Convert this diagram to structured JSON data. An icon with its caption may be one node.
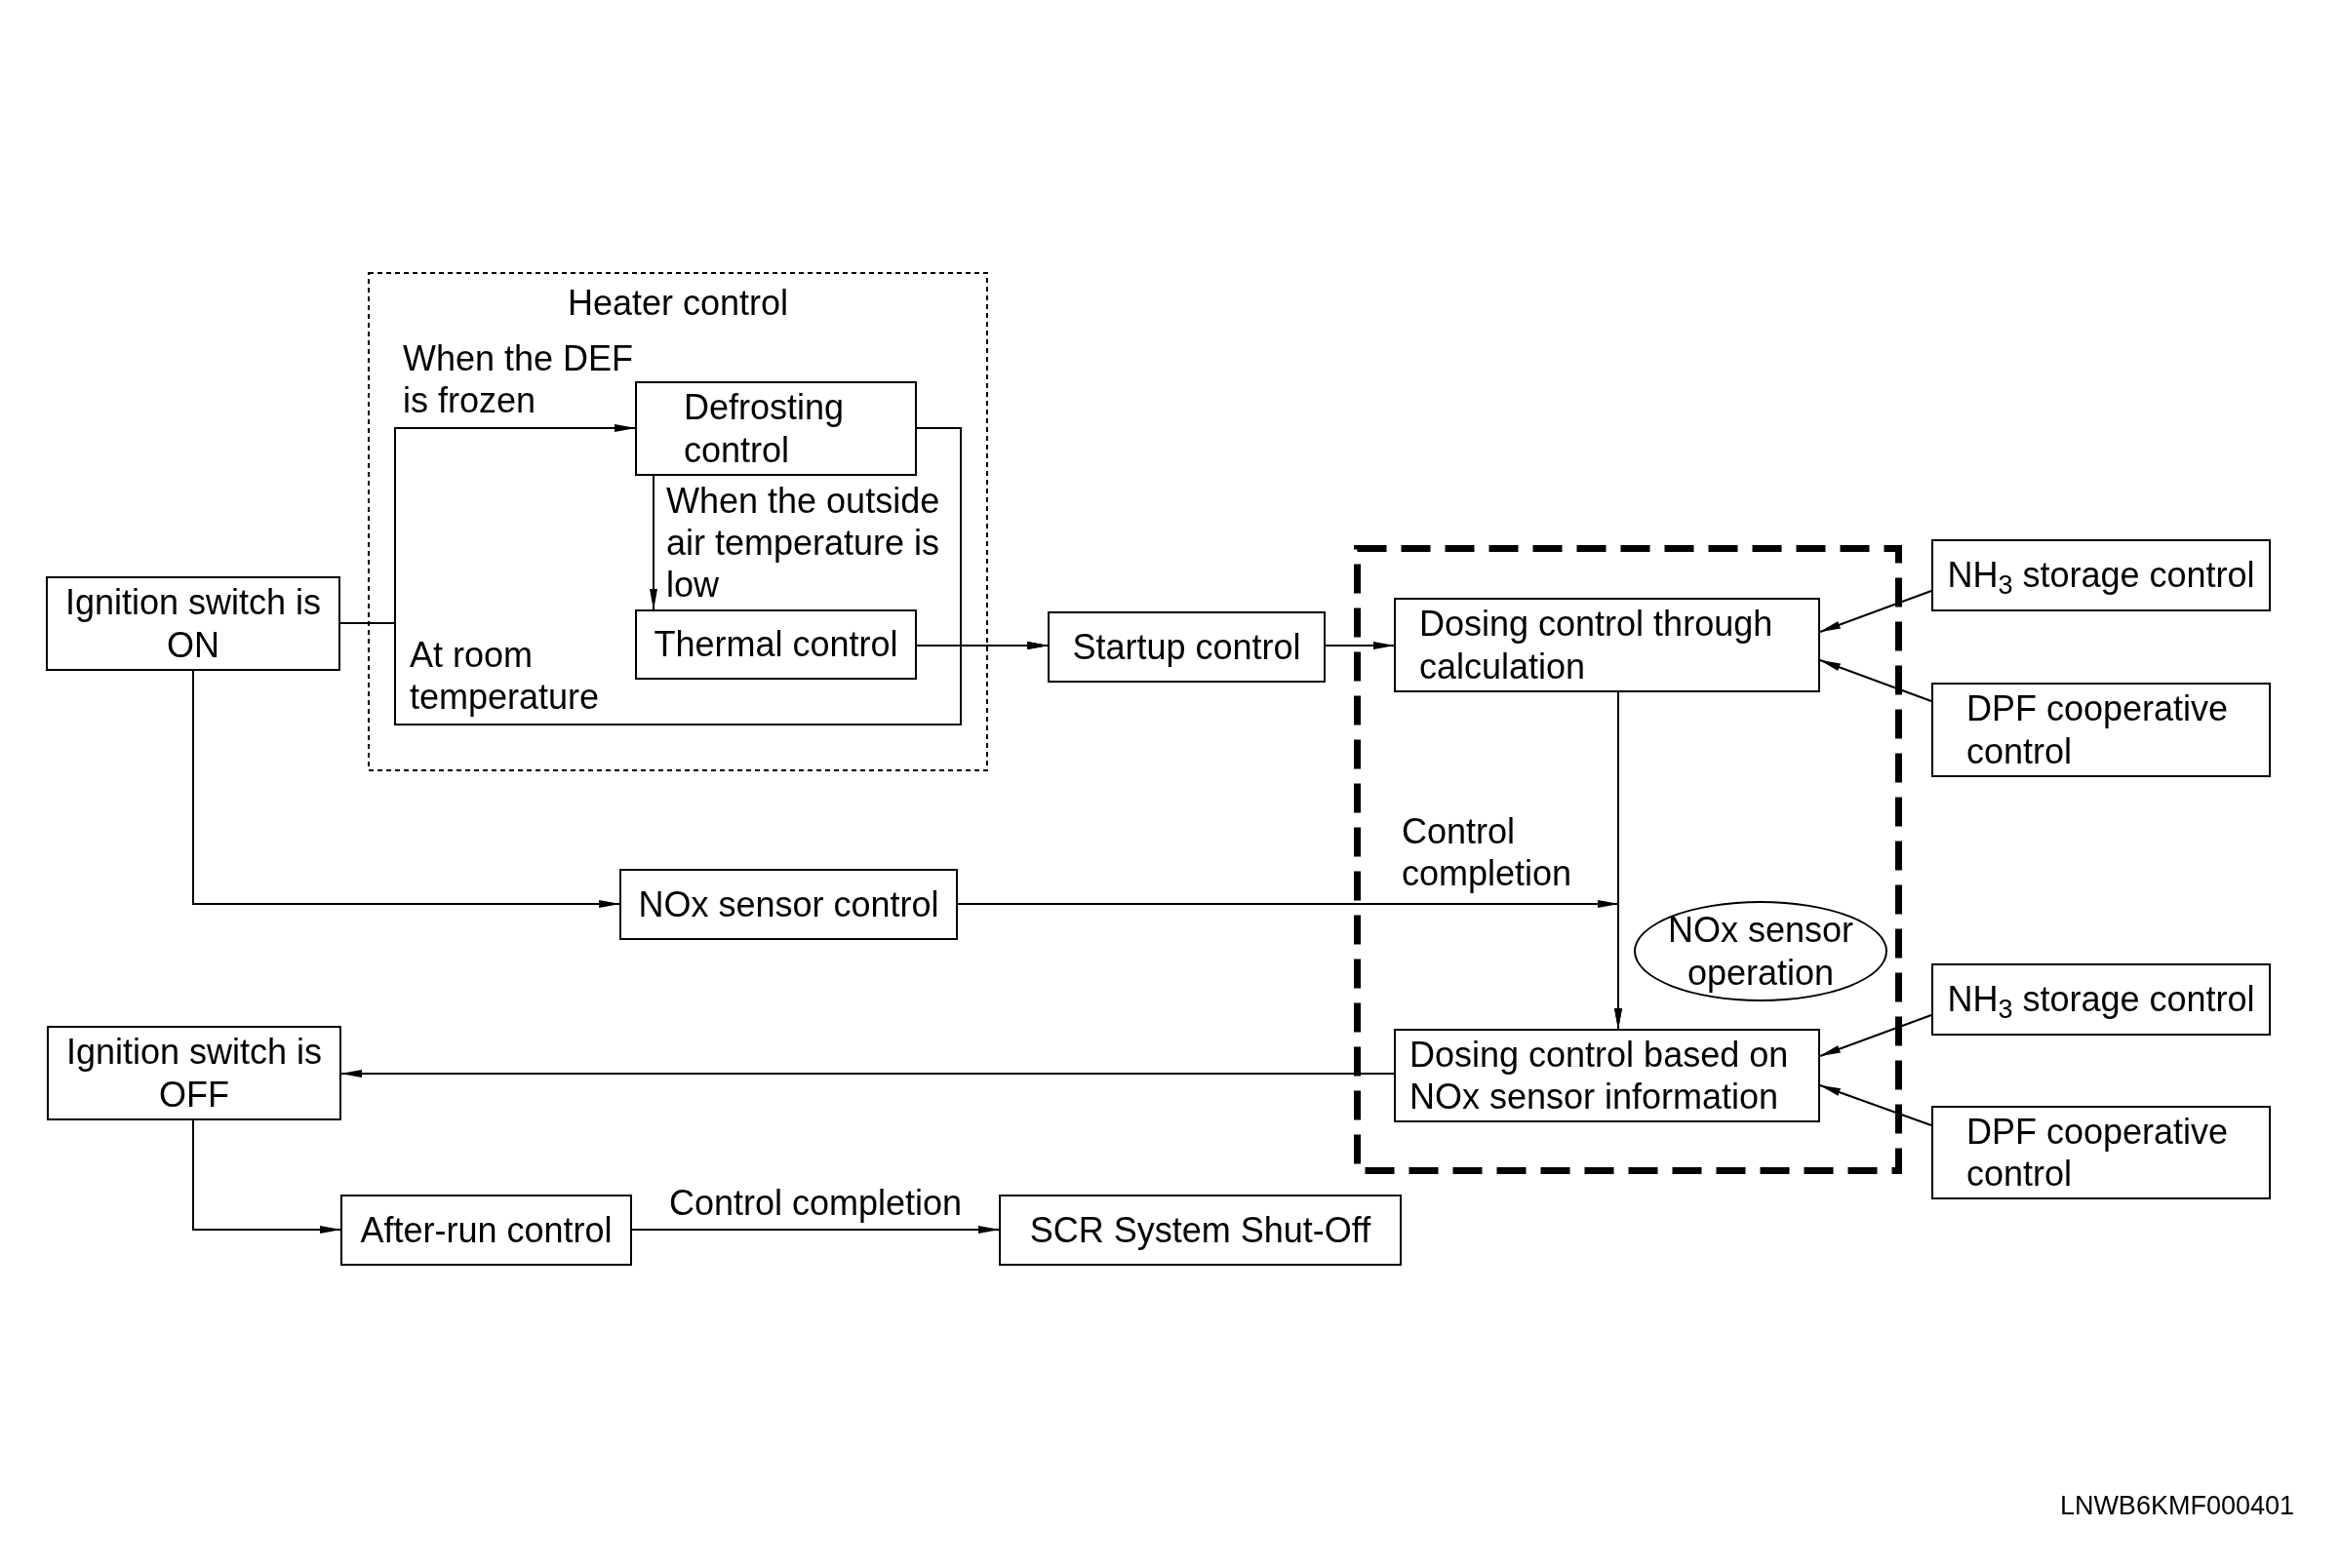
{
  "diagram": {
    "nodes": [
      {
        "text": [
          "Heater control"
        ]
      },
      {
        "text": [
          "Defrosting control"
        ],
        "in": 0
      },
      {
        "text": [
          "Thermal control"
        ],
        "in": 0
      },
      {
        "text": [
          "Ignition switch is ON"
        ]
      },
      {
        "text": [
          "Startup control"
        ]
      },
      {
        "text": [],
        "shape": "box"
      },
      {
        "text": [
          "Dosing control through calculation"
        ],
        "in": 5
      },
      {
        "text": [
          "NOx sensor operation"
        ],
        "in": 5
      },
      {
        "text": [
          "Dosing control based on NOx sensor information"
        ],
        "in": 5
      },
      {
        "text": [
          "NH$_{3}$ storage control"
        ]
      },
      {
        "text": [
          "DPF cooperative control"
        ]
      },
      {
        "text": [
          "NOx sensor control"
        ]
      },
      {
        "text": [
          "NH$_{3}$ storage control"
        ]
      },
      {
        "text": [
          "DPF cooperative control"
        ]
      },
      {
        "text": [
          "Ignition switch is OFF"
        ]
      },
      {
        "text": [
          "After-run control"
        ]
      },
      {
        "text": [
          "SCR System Shut-Off"
        ]
      }
    ],
    "edges": [
      {
        "from": 3,
        "to": 1,
        "arrow": "to",
        "label": "When the DEF is frozen"
      },
      {
        "from": 3,
        "to": 4,
        "arrow": "to",
        "label": "At room temperature"
      },
      {
        "from": 1,
        "to": 2,
        "arrow": "to",
        "label": "When the outside air temperature is low"
      },
      {
        "from": 1,
        "to": 4,
        "arrow": "to"
      },
      {
        "from": 2,
        "to": 4,
        "arrow": "to"
      },
      {
        "from": 4,
        "to": 6,
        "arrow": "to"
      },
      {
        "from": 3,
        "to": 11,
        "arrow": "to"
      },
      {
        "from": 11,
        "to": 8,
        "arrow": "to",
        "label": "Control completion"
      },
      {
        "from": 6,
        "to": 8,
        "arrow": "to"
      },
      {
        "from": 9,
        "to": 6,
        "arrow": "to"
      },
      {
        "from": 10,
        "to": 6,
        "arrow": "to"
      },
      {
        "from": 12,
        "to": 8,
        "arrow": "to"
      },
      {
        "from": 13,
        "to": 8,
        "arrow": "to"
      },
      {
        "from": 8,
        "to": 14,
        "arrow": "to"
      },
      {
        "from": 14,
        "to": 15,
        "arrow": "to"
      },
      {
        "from": 15,
        "to": 16,
        "arrow": "to",
        "label": "Control completion"
      }
    ],
    "labels": [
      "LNWB6KMF000401"
    ]
  }
}
